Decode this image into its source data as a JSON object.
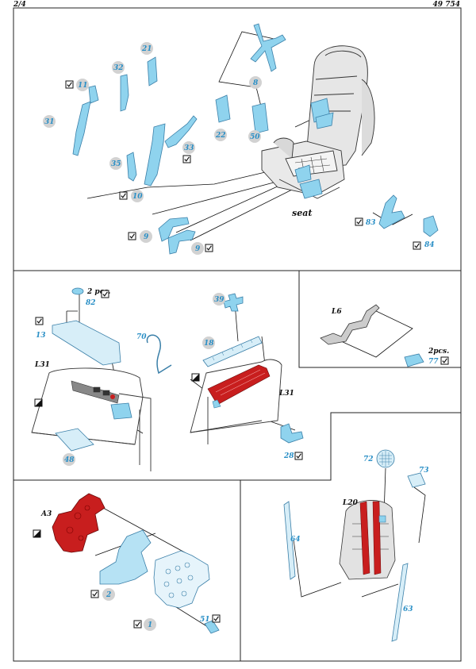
{
  "header": {
    "page": "2/4",
    "code": "49 754"
  },
  "colors": {
    "part_blue": "#8fd3ee",
    "part_blue_stroke": "#3a7fa8",
    "callout_blue": "#2a8fc6",
    "bubble": "#d2d2d2",
    "red": "#c81e1e",
    "frame": "#222222"
  },
  "icons": {
    "fold": "checkmark-box-icon",
    "paint": "diagonal-box-icon",
    "etch_off": "x-cross-icon"
  },
  "panel_seat": {
    "title": "seat",
    "parts": [
      "11",
      "31",
      "32",
      "21",
      "8",
      "22",
      "50",
      "33",
      "35",
      "10",
      "9",
      "9",
      "83",
      "84"
    ]
  },
  "panel_sidewall": {
    "labels": {
      "qty": "2 pcs.",
      "wall": "L31"
    },
    "parts": [
      "82",
      "13",
      "70",
      "48"
    ]
  },
  "panel_console": {
    "labels": {
      "wall": "L31"
    },
    "parts": [
      "39",
      "18",
      "28"
    ]
  },
  "panel_rudder": {
    "labels": {
      "item": "L6",
      "qty": "2pcs."
    },
    "parts": [
      "77"
    ]
  },
  "panel_plate": {
    "labels": {
      "colour": "A3"
    },
    "parts": [
      "2",
      "1",
      "51"
    ]
  },
  "panel_harness": {
    "labels": {
      "item": "L20"
    },
    "parts": [
      "72",
      "73",
      "64",
      "63"
    ]
  }
}
